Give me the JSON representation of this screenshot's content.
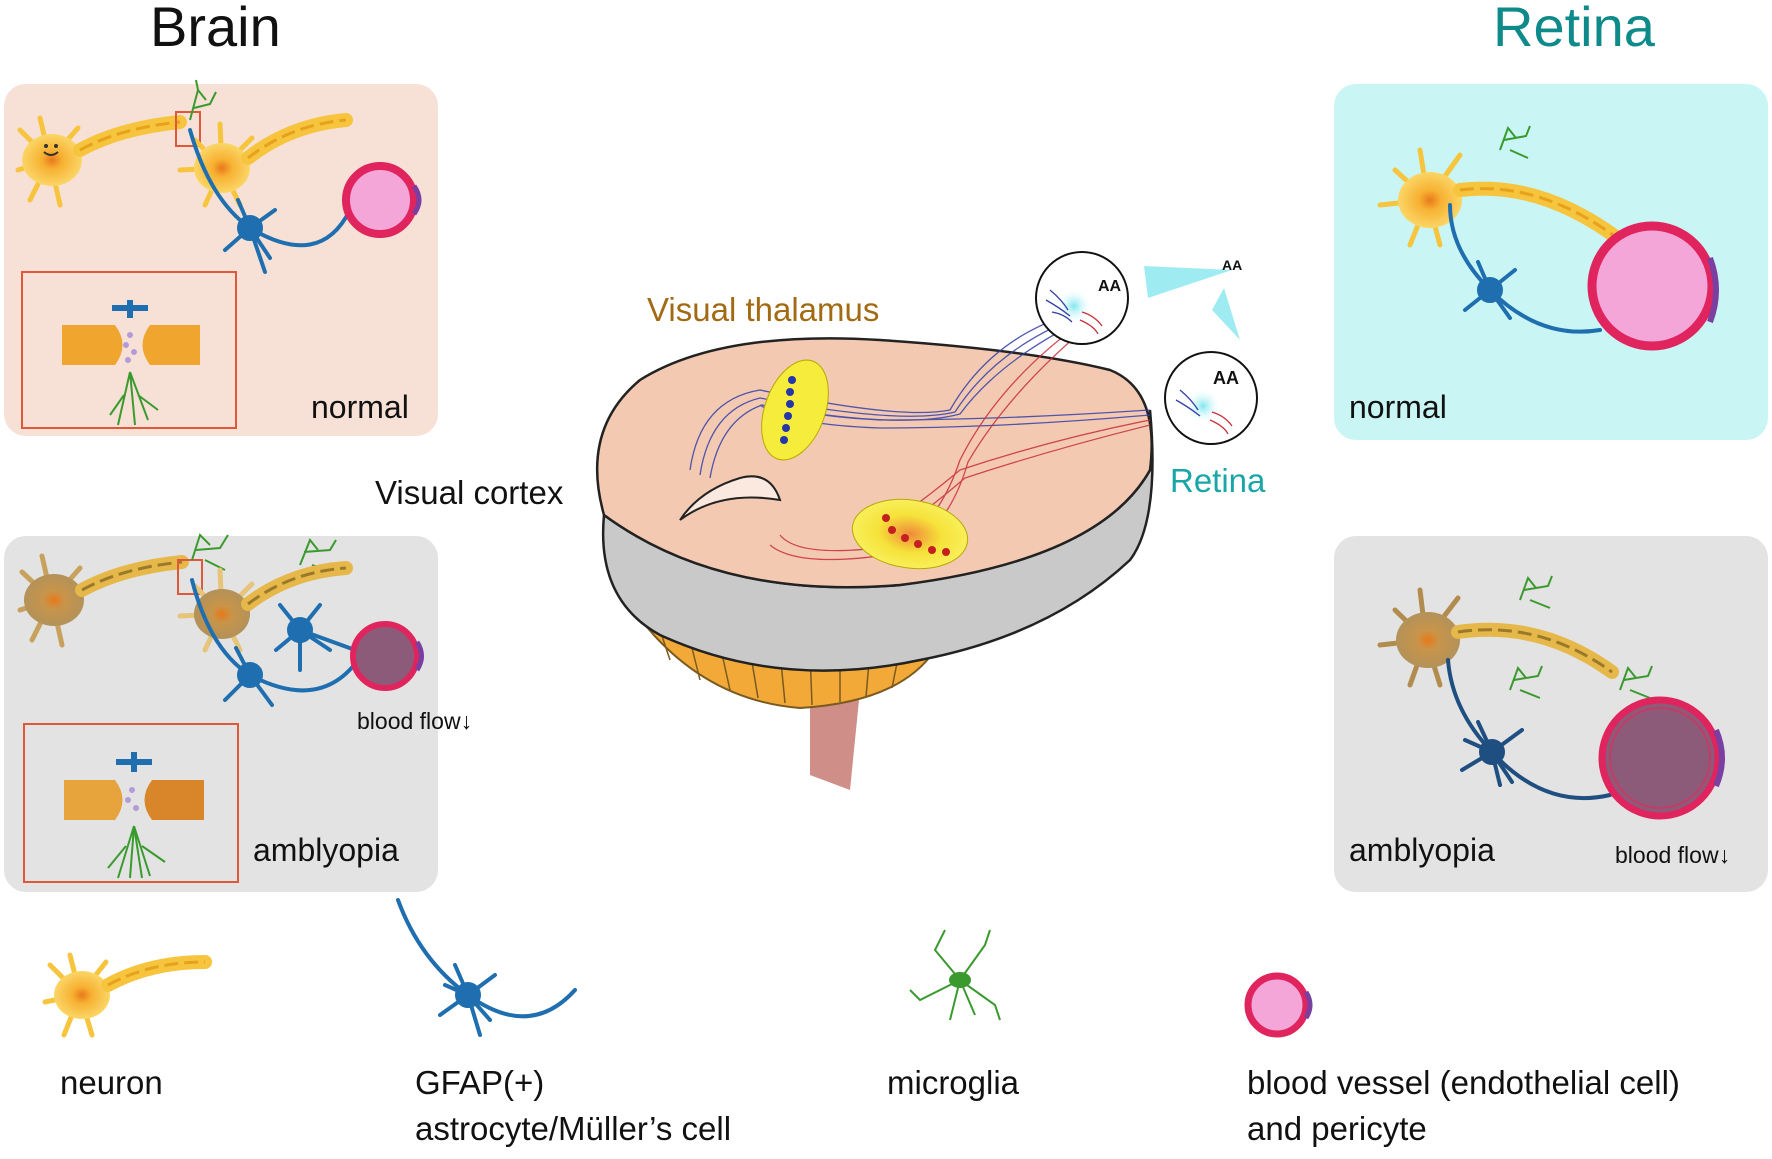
{
  "headings": {
    "brain": "Brain",
    "retina": "Retina"
  },
  "panels": {
    "brain_normal": {
      "label": "normal"
    },
    "brain_amblyopia": {
      "label": "amblyopia",
      "flow": "blood flow↓"
    },
    "retina_normal": {
      "label": "normal"
    },
    "retina_amblyopia": {
      "label": "amblyopia",
      "flow": "blood flow↓"
    }
  },
  "center": {
    "visual_thalamus": "Visual thalamus",
    "visual_cortex": "Visual cortex",
    "retina": "Retina",
    "eye_text_1": "AA",
    "eye_text_2": "AA",
    "floating_text": "AA"
  },
  "legend": {
    "neuron": "neuron",
    "astrocyte_line1": "GFAP(+)",
    "astrocyte_line2": "astrocyte/Müller’s cell",
    "microglia": "microglia",
    "vessel_line1": "blood vessel (endothelial cell)",
    "vessel_line2": "and pericyte"
  },
  "colors": {
    "brain_normal_bg": "#f7e1d6",
    "retina_normal_bg": "#c9f6f4",
    "amblyopia_bg": "#e3e3e3",
    "retina_heading": "#0f8a8a",
    "thalamus_label": "#a26a12",
    "retina_label": "#1aa6a6",
    "neuron": "#f7c43d",
    "astrocyte": "#1f6fb0",
    "microglia": "#3a9a2e",
    "vessel_ring": "#e0245e",
    "vessel_fill": "#f4a6d8"
  }
}
